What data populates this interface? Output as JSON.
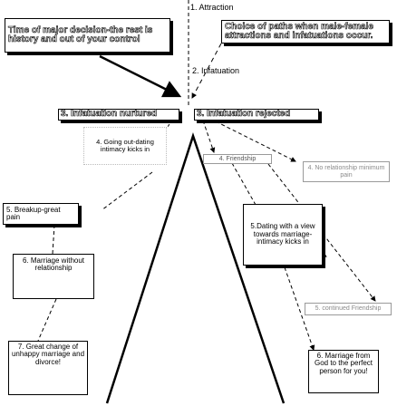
{
  "labels": {
    "attraction": "1. Attraction",
    "infatuation": "2. Infatuation",
    "major_decision": "Time of major decision-the rest is history and out of your control",
    "choice_of_paths": "Choice of paths when male-female attractions and infatuations occur.",
    "infatuation_nurtured": "3. Infatuation nurtured",
    "infatuation_rejected": "3. Infatuation rejected",
    "going_out_dating": "4. Going out-dating intimacy kicks in",
    "friendship": "4. Friendship",
    "no_relationship": "4. No relationship minimum pain",
    "breakup": "5. Breakup-great pain",
    "dating_view": "5.Dating with a view towards marriage-intimacy kicks in",
    "marriage_without": "6. Marriage without relationship",
    "continued_friendship": "5. continued Friendship",
    "great_change": "7. Great change of unhappy marriage and divorce!",
    "marriage_god": "6. Marriage from God to the perfect person for you!"
  }
}
